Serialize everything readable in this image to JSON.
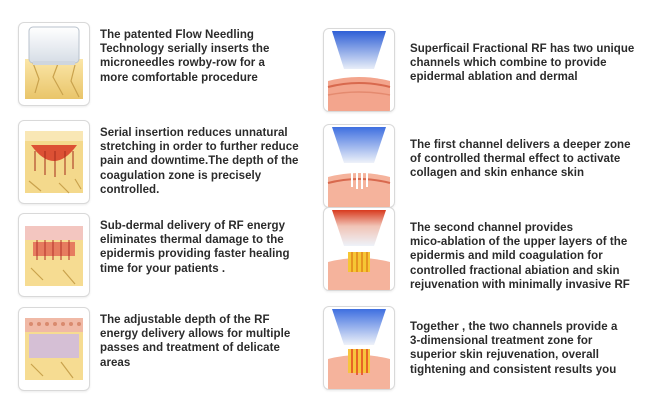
{
  "left_items": [
    {
      "icon": "needle-tip-over-skin-layers-icon",
      "lines": [
        "The patented Flow Needling",
        "Technology serially inserts the",
        "microneedles rowby-row for a",
        "more comfortable procedure"
      ]
    },
    {
      "icon": "coagulation-zone-skin-block-icon",
      "lines": [
        "Serial insertion reduces unnatural",
        "stretching in order to further reduce",
        "pain and downtime.The depth of the",
        "coagulation zone is precisely",
        "controlled."
      ]
    },
    {
      "icon": "sub-dermal-rf-skin-block-icon",
      "lines": [
        "Sub-dermal delivery of RF energy",
        "eliminates thermal damage to the",
        "epidermis providing faster healing",
        "time for your patients ."
      ]
    },
    {
      "icon": "adjustable-depth-skin-block-icon",
      "lines": [
        "The adjustable depth of the RF",
        "energy delivery allows for multiple",
        "passes and treatment of delicate",
        "areas"
      ]
    }
  ],
  "right_items": [
    {
      "icon": "rf-tip-blue-icon",
      "lines": [
        "Superficail Fractional RF has two unique",
        "channels which combine to provide",
        "epidermal ablation and dermal"
      ]
    },
    {
      "icon": "rf-tip-deep-zone-icon",
      "lines": [
        "The first channel delivers a deeper zone",
        "of controlled thermal effect to activate",
        "collagen and skin enhance skin"
      ]
    },
    {
      "icon": "rf-tip-ablation-icon",
      "lines": [
        "The second channel provides",
        "mico-ablation of the upper layers of the",
        "epidermis and mild coagulation for",
        "controlled fractional abiation and skin",
        "rejuvenation with minimally invasive RF"
      ]
    },
    {
      "icon": "rf-tip-3d-zone-icon",
      "lines": [
        "Together , the two channels provide a",
        "3-dimensional treatment zone for",
        "superior skin rejuvenation, overall",
        "tightening and consistent results you"
      ]
    }
  ]
}
